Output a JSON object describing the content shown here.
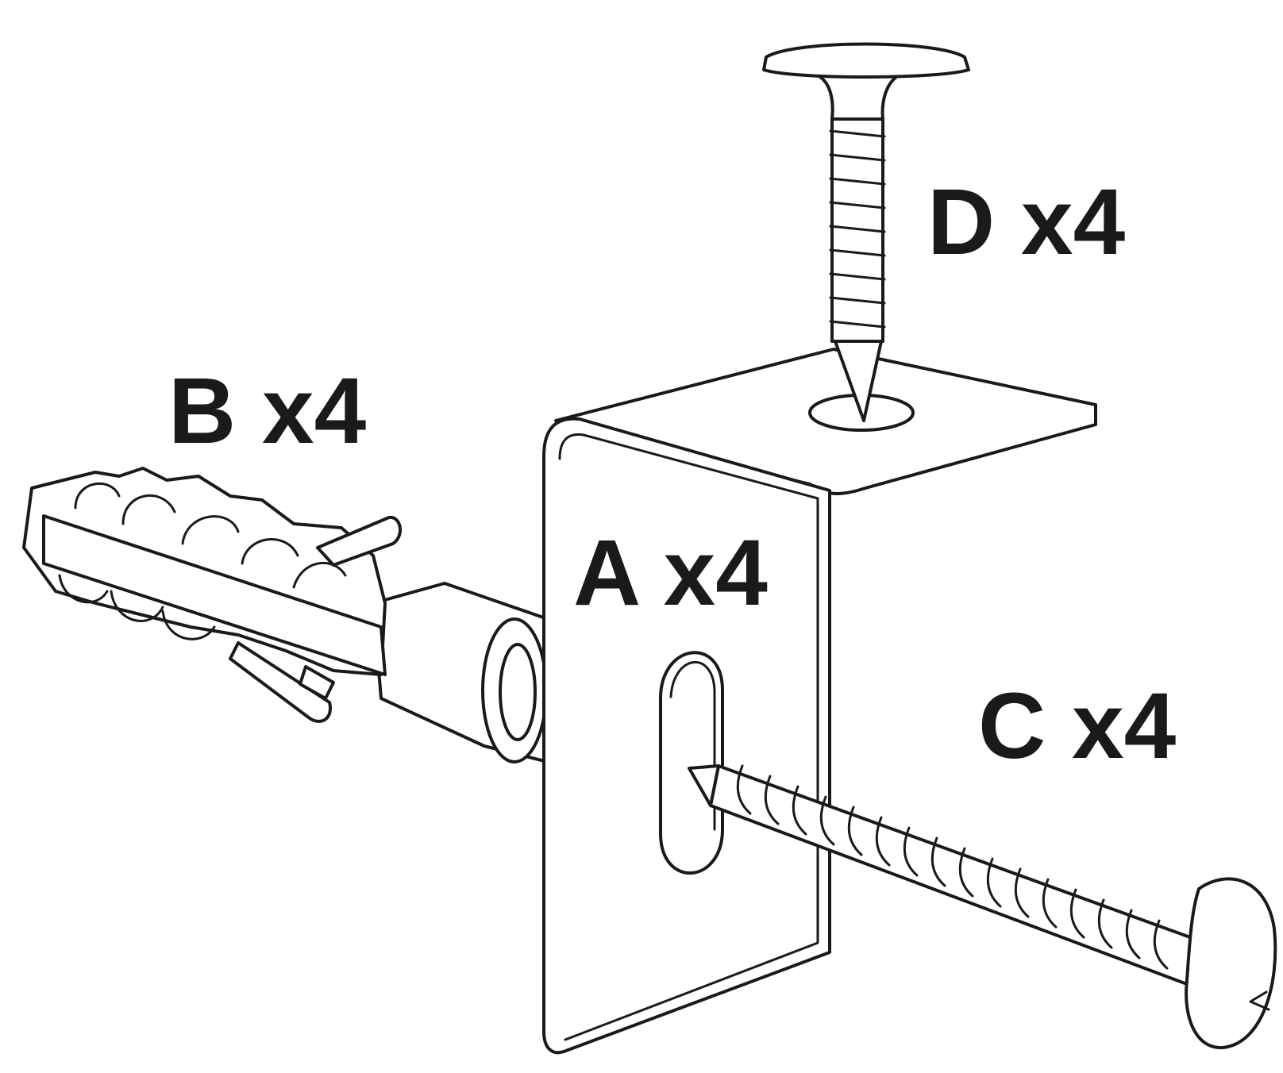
{
  "parts": [
    {
      "id": "A",
      "label": "A x4",
      "item": "angle-bracket",
      "quantity": 4
    },
    {
      "id": "B",
      "label": "B x4",
      "item": "wall-plug",
      "quantity": 4
    },
    {
      "id": "C",
      "label": "C x4",
      "item": "wood-screw",
      "quantity": 4
    },
    {
      "id": "D",
      "label": "D x4",
      "item": "short-screw",
      "quantity": 4
    }
  ],
  "colors": {
    "ink": "#1a1a1a",
    "background": "#ffffff"
  }
}
